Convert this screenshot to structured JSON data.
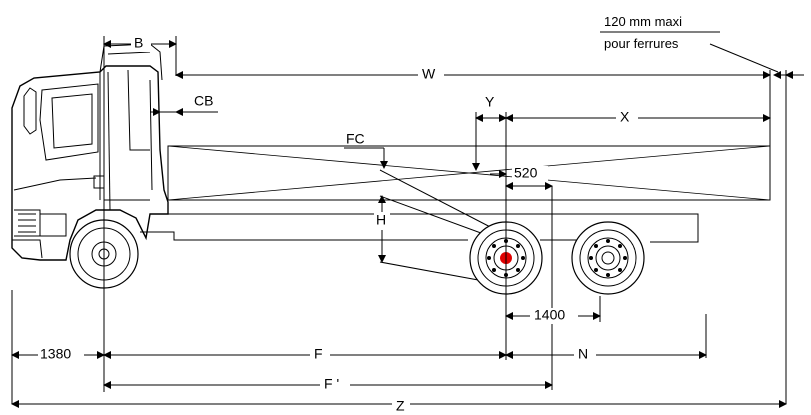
{
  "dimensions": {
    "b": "B",
    "cb": "CB",
    "w": "W",
    "y": "Y",
    "x": "X",
    "fc": "FC",
    "h": "H",
    "v520": "520",
    "v1400": "1400",
    "v1380": "1380",
    "f": "F",
    "f_prime": "F '",
    "n": "N",
    "z": "Z"
  },
  "note": {
    "line1": "120 mm maxi",
    "line2": "pour ferrures"
  },
  "colors": {
    "line": "#000000",
    "axle_highlight": "#e00000",
    "background": "#ffffff"
  }
}
